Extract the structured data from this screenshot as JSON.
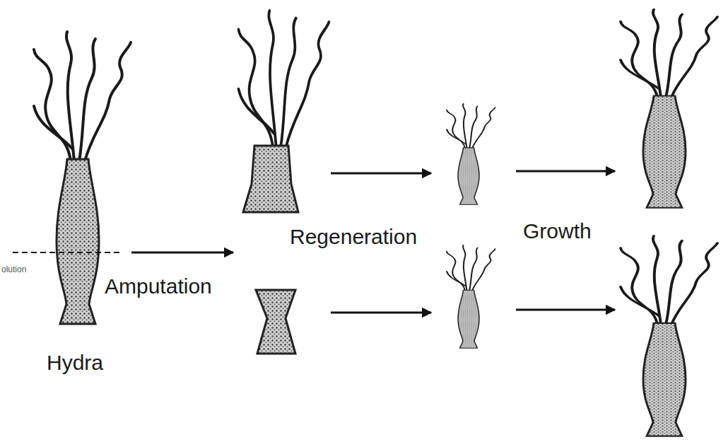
{
  "diagram": {
    "labels": [
      "olution",
      "Amputation",
      "Hydra",
      "Regeneration",
      "Growth"
    ]
  }
}
